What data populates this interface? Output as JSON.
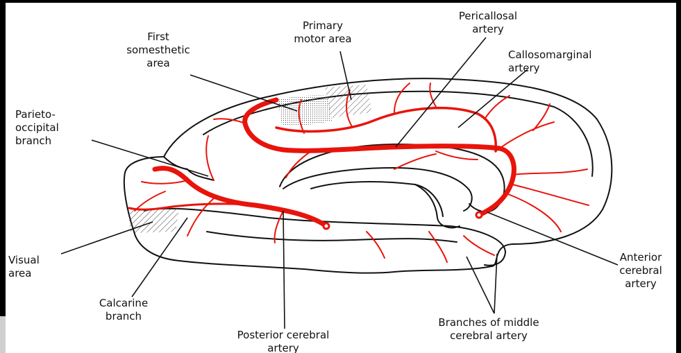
{
  "diagram": {
    "colors": {
      "artery": "#e8140c",
      "outline": "#111111",
      "background": "#ffffff"
    },
    "labels": {
      "pericallosal": "Pericallosal\nartery",
      "primary_motor": "Primary\nmotor area",
      "first_somesthetic": "First\nsomesthetic\narea",
      "callosomarginal": "Callosomarginal\nartery",
      "parieto_occipital": "Parieto-\noccipital\nbranch",
      "visual_area": "Visual\narea",
      "calcarine": "Calcarine\nbranch",
      "posterior_cerebral": "Posterior cerebral\nartery",
      "middle_cerebral": "Branches of middle\ncerebral artery",
      "anterior_cerebral": "Anterior\ncerebral\nartery"
    }
  }
}
